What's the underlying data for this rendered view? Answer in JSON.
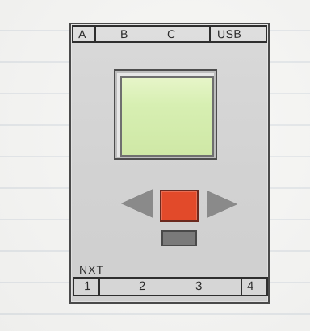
{
  "top_ports": [
    {
      "label": "A"
    },
    {
      "label": "B"
    },
    {
      "label": "C"
    },
    {
      "label": "USB"
    }
  ],
  "bottom_ports": [
    {
      "label": "1"
    },
    {
      "label": "2"
    },
    {
      "label": "3"
    },
    {
      "label": "4"
    }
  ],
  "brand": {
    "label": "NXT"
  },
  "icons": {
    "left_button": "left-arrow-icon",
    "right_button": "right-arrow-icon",
    "enter_button": "enter-button",
    "cancel_button": "cancel-button"
  },
  "colors": {
    "screen_green": "#cfe8a6",
    "enter_orange": "#e24a2a",
    "body_gray": "#d2d2d2"
  }
}
